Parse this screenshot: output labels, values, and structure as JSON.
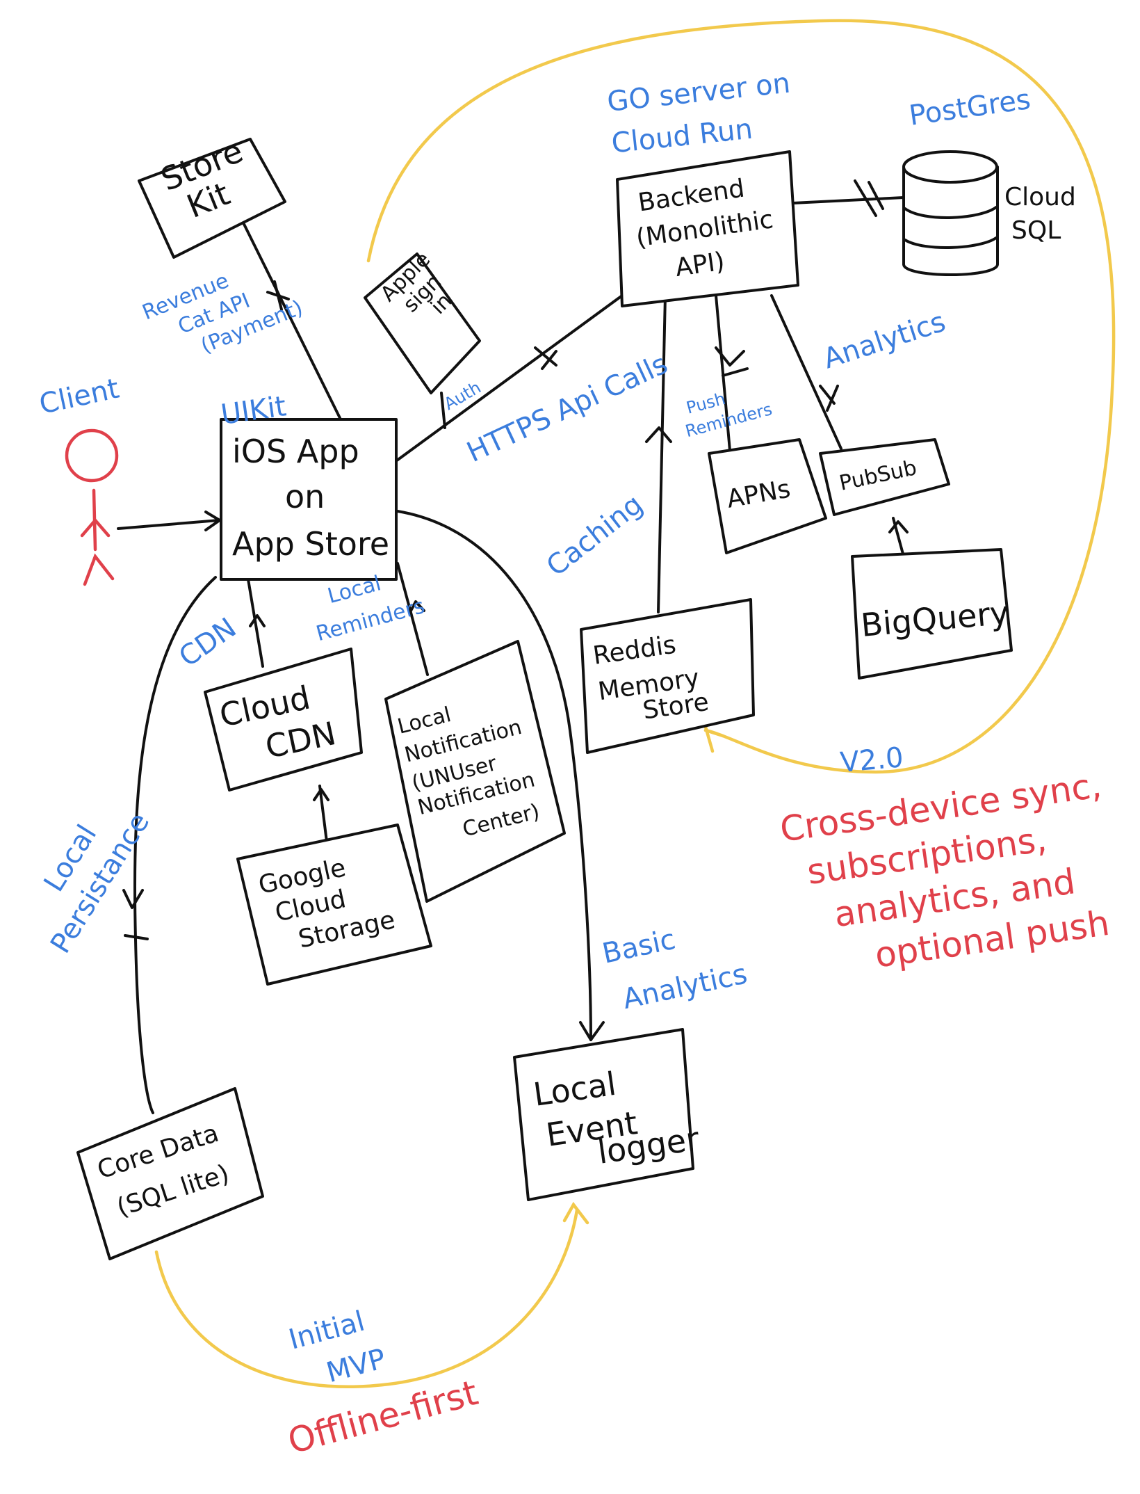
{
  "nodes": {
    "store_kit": [
      "Store",
      "Kit"
    ],
    "apple_sign_in": [
      "Apple",
      "sign",
      "in"
    ],
    "backend": [
      "Backend",
      "(Monolithic",
      "API)"
    ],
    "postgres_db": [
      "Cloud",
      "SQL"
    ],
    "ios_app": [
      "iOS App",
      "on",
      "App Store"
    ],
    "apns": [
      "APNs"
    ],
    "pubsub": [
      "PubSub"
    ],
    "bigquery": [
      "BigQuery"
    ],
    "redis": [
      "Reddis",
      "Memory",
      "Store"
    ],
    "cloud_cdn": [
      "Cloud",
      "CDN"
    ],
    "local_notification": [
      "Local",
      "Notification",
      "(UNUser",
      "Notification",
      "Center)"
    ],
    "google_cloud_storage": [
      "Google",
      "Cloud",
      "Storage"
    ],
    "core_data": [
      "Core Data",
      "(SQL lite)"
    ],
    "local_event_logger": [
      "Local",
      "Event",
      "logger"
    ]
  },
  "labels": {
    "go_server": [
      "GO server on",
      "Cloud Run"
    ],
    "postgres": "PostGres",
    "revenuecat": [
      "Revenue",
      "Cat API",
      "(Payment)"
    ],
    "client": "Client",
    "uikit": "UIKit",
    "auth": "Auth",
    "https": "HTTPS Api Calls",
    "push_reminders": [
      "Push",
      "Reminders"
    ],
    "analytics": "Analytics",
    "caching": "Caching",
    "cdn": "CDN",
    "local_reminders": [
      "Local",
      "Reminders"
    ],
    "local_persistence": [
      "Local",
      "Persistance"
    ],
    "basic_analytics": [
      "Basic",
      "Analytics"
    ],
    "v2": "V2.0",
    "v2_desc": [
      "Cross-device sync,",
      "subscriptions,",
      "analytics, and",
      "optional push"
    ],
    "initial_mvp": [
      "Initial",
      "MVP"
    ],
    "offline_first": "Offline-first"
  },
  "colors": {
    "ink": "#111111",
    "blue_label": "#3b7ddd",
    "red_label": "#e0404a",
    "yellow_loop": "#f2c94c"
  }
}
